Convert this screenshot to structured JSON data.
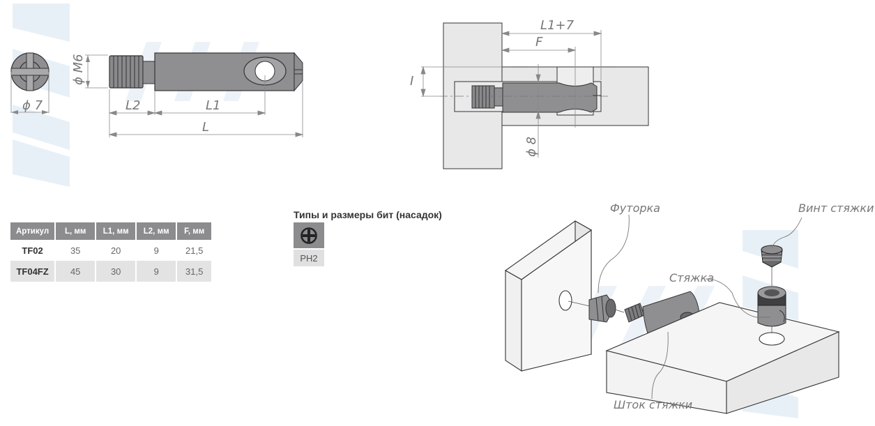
{
  "drawing_side": {
    "labels": {
      "head_diameter": "ϕ 7",
      "thread_diameter": "ϕ M6",
      "l2": "L2",
      "l1": "L1",
      "l": "L"
    }
  },
  "drawing_install": {
    "labels": {
      "l1_plus_7": "L1+7",
      "f": "F",
      "i": "I",
      "hole_diameter": "ϕ 8"
    }
  },
  "spec_table": {
    "headers": [
      "Артикул",
      "L, мм",
      "L1, мм",
      "L2, мм",
      "F, мм"
    ],
    "rows": [
      {
        "article": "TF02",
        "l": "35",
        "l1": "20",
        "l2": "9",
        "f": "21,5"
      },
      {
        "article": "TF04FZ",
        "l": "45",
        "l1": "30",
        "l2": "9",
        "f": "31,5"
      }
    ]
  },
  "bits": {
    "title": "Типы и размеры бит (насадок)",
    "items": [
      {
        "icon": "phillips-icon",
        "label": "PH2"
      }
    ]
  },
  "assembly": {
    "labels": {
      "insert": "Футорка",
      "screw": "Винт стяжки",
      "cam": "Стяжка",
      "bolt": "Шток стяжки"
    }
  },
  "colors": {
    "metal": "#8f8f91",
    "metal_dark": "#5f5f61",
    "board": "#e8e8e8",
    "board_stroke": "#333333",
    "dim_line": "#888888",
    "watermark": "#e6eef5",
    "table_header": "#8c8c8e",
    "table_alt_row": "#e3e3e3"
  }
}
